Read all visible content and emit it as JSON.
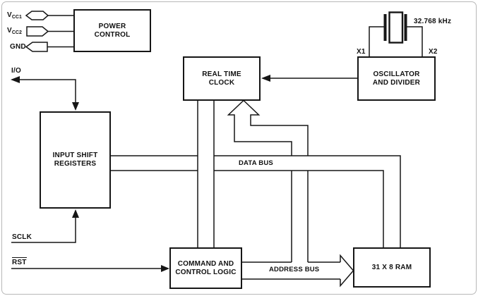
{
  "diagram": {
    "type": "block-diagram",
    "blocks": {
      "power_control": {
        "label": "POWER\nCONTROL"
      },
      "oscillator": {
        "label": "OSCILLATOR\nAND DIVIDER"
      },
      "real_time_clock": {
        "label": "REAL TIME\nCLOCK"
      },
      "input_shift_registers": {
        "label": "INPUT SHIFT\nREGISTERS"
      },
      "command_control": {
        "label": "COMMAND AND\nCONTROL LOGIC"
      },
      "ram": {
        "label": "31 X 8 RAM"
      }
    },
    "pins": {
      "vcc1": {
        "base": "V",
        "sub": "CC1"
      },
      "vcc2": {
        "base": "V",
        "sub": "CC2"
      },
      "gnd": "GND",
      "io": "I/O",
      "sclk": "SCLK",
      "rst": "RST"
    },
    "labels": {
      "crystal_freq": "32.768 kHz",
      "x1": "X1",
      "x2": "X2",
      "data_bus": "DATA BUS",
      "address_bus": "ADDRESS BUS"
    },
    "colors": {
      "line": "#161616",
      "background": "#ffffff",
      "frame": "#b8b8b8"
    }
  }
}
